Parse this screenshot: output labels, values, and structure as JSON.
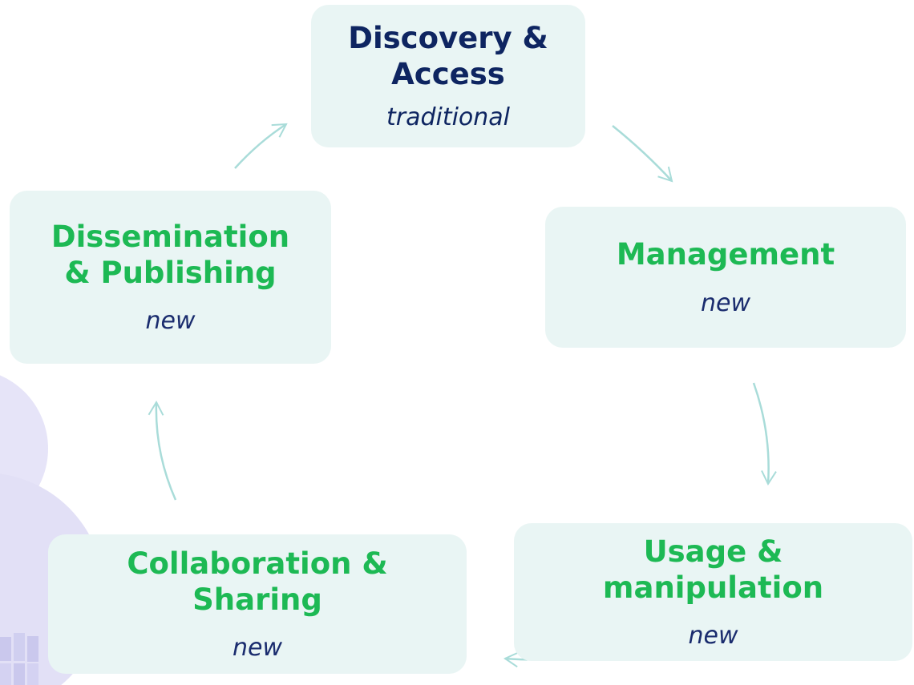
{
  "nodes": {
    "discovery": {
      "title": "Discovery & Access",
      "sub": "traditional"
    },
    "management": {
      "title": "Management",
      "sub": "new"
    },
    "usage": {
      "title": "Usage & manipulation",
      "sub": "new"
    },
    "collab": {
      "title": "Collaboration & Sharing",
      "sub": "new"
    },
    "dissem": {
      "title": "Dissemination & Publishing",
      "sub": "new"
    }
  },
  "colors": {
    "node_fill": "#e9f5f4",
    "new_title": "#1db954",
    "traditional_title": "#0e2561",
    "arrow": "#a9dcd9"
  }
}
